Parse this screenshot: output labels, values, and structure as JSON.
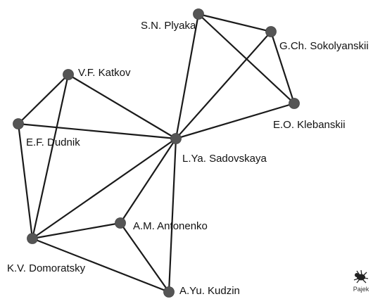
{
  "nodes": [
    {
      "id": "plyaka",
      "label": "S.N. Plyaka"
    },
    {
      "id": "sokolyanskii",
      "label": "G.Ch. Sokolyanskii"
    },
    {
      "id": "katkov",
      "label": "V.F. Katkov"
    },
    {
      "id": "klebanskii",
      "label": "E.O. Klebanskii"
    },
    {
      "id": "dudnik",
      "label": "E.F. Dudnik"
    },
    {
      "id": "sadovskaya",
      "label": "L.Ya. Sadovskaya"
    },
    {
      "id": "antonenko",
      "label": "A.M. Antonenko"
    },
    {
      "id": "domoratsky",
      "label": "K.V. Domoratsky"
    },
    {
      "id": "kudzin",
      "label": "A.Yu. Kudzin"
    }
  ],
  "edges": [
    [
      "plyaka",
      "sokolyanskii"
    ],
    [
      "plyaka",
      "klebanskii"
    ],
    [
      "plyaka",
      "sadovskaya"
    ],
    [
      "sokolyanskii",
      "klebanskii"
    ],
    [
      "sokolyanskii",
      "sadovskaya"
    ],
    [
      "klebanskii",
      "sadovskaya"
    ],
    [
      "katkov",
      "dudnik"
    ],
    [
      "katkov",
      "sadovskaya"
    ],
    [
      "katkov",
      "domoratsky"
    ],
    [
      "dudnik",
      "sadovskaya"
    ],
    [
      "dudnik",
      "domoratsky"
    ],
    [
      "sadovskaya",
      "antonenko"
    ],
    [
      "sadovskaya",
      "domoratsky"
    ],
    [
      "sadovskaya",
      "kudzin"
    ],
    [
      "antonenko",
      "domoratsky"
    ],
    [
      "antonenko",
      "kudzin"
    ],
    [
      "domoratsky",
      "kudzin"
    ]
  ],
  "watermark": {
    "text": "Pajek",
    "icon": "spider-icon"
  }
}
